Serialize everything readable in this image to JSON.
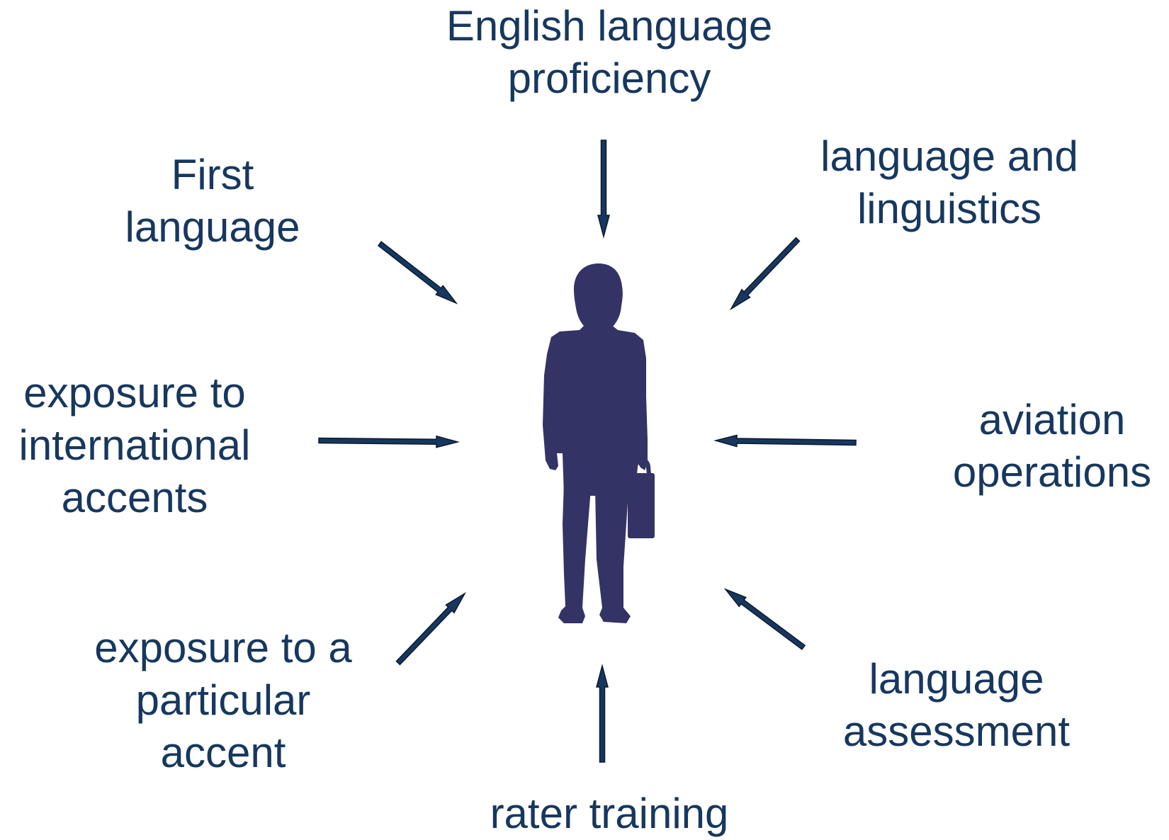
{
  "colors": {
    "text": "#17375E",
    "arrow_fill": "#17375E",
    "arrow_stroke": "#0b1a2e",
    "figure": "#333366",
    "background": "#ffffff"
  },
  "center_figure": "businessman-with-briefcase-silhouette",
  "factors": {
    "top": [
      "English language",
      "proficiency"
    ],
    "top_right": [
      "language and",
      "linguistics"
    ],
    "top_left": [
      "First",
      "language"
    ],
    "left": [
      "exposure to",
      "international",
      "accents"
    ],
    "right": [
      "aviation",
      "operations"
    ],
    "bottom_left": [
      "exposure to a",
      "particular",
      "accent"
    ],
    "bottom_right": [
      "language",
      "assessment"
    ],
    "bottom": [
      "rater training"
    ]
  }
}
